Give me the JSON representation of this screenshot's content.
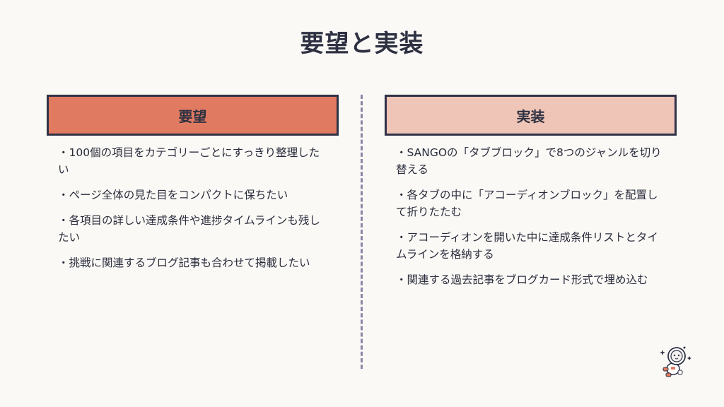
{
  "slide": {
    "title": "要望と実装"
  },
  "requirements": {
    "header": "要望",
    "items": [
      "・100個の項目をカテゴリーごとにすっきり整理したい",
      "・ページ全体の見た目をコンパクトに保ちたい",
      "・各項目の詳しい達成条件や進捗タイムラインも残したい",
      "・挑戦に関連するブログ記事も合わせて掲載したい"
    ]
  },
  "implementation": {
    "header": "実装",
    "items": [
      "・SANGOの「タブブロック」で8つのジャンルを切り替える",
      "・各タブの中に「アコーディオンブロック」を配置して折りたたむ",
      "・アコーディオンを開いた中に達成条件リストとタイムラインを格納する",
      "・関連する過去記事をブログカード形式で埋め込む"
    ]
  },
  "icons": {
    "mascot": "astronaut-mascot-icon"
  },
  "colors": {
    "requirements_header": "#e07b62",
    "implementation_header": "#efc5b7",
    "border": "#2f3246",
    "divider": "#8a86a6",
    "background": "#faf9f6"
  }
}
